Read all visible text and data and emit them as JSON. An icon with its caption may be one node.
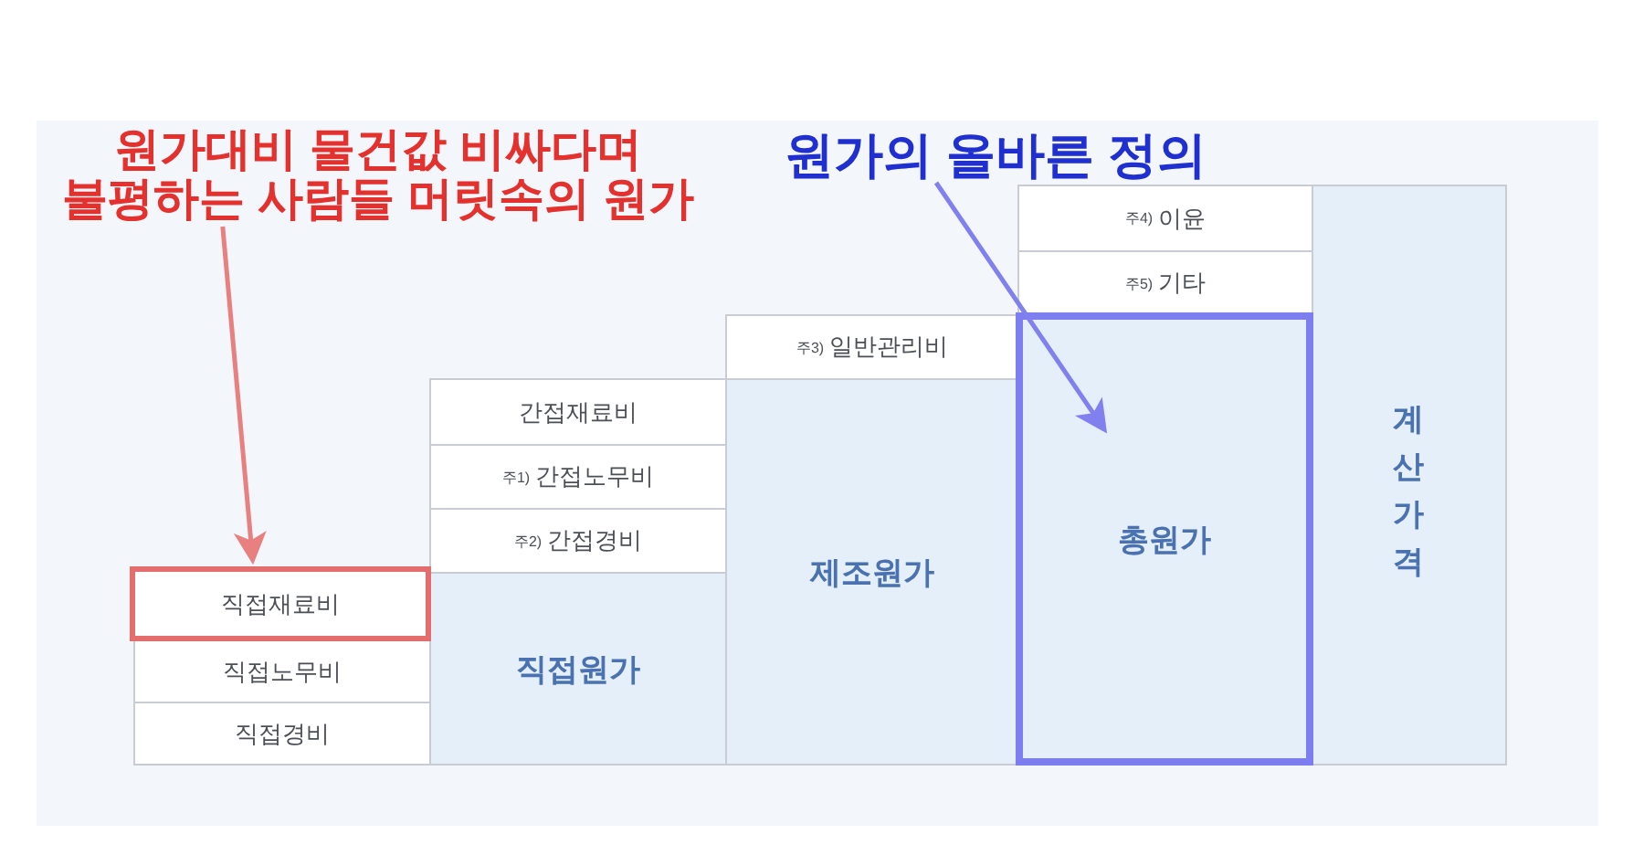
{
  "diagram": {
    "nodes": [
      {
        "text": [
          "원가대비 물건값 비싸다며 불평하는 사람들 머릿속의 원가"
        ]
      },
      {
        "text": [
          "원가의 올바른 정의"
        ]
      },
      {
        "text": [
          "직접재료비"
        ]
      },
      {
        "text": [
          "직접노무비"
        ]
      },
      {
        "text": [
          "직접경비"
        ]
      },
      {
        "text": [
          "간접재료비"
        ]
      },
      {
        "text": [
          "$^{주1)}$ 간접노무비"
        ]
      },
      {
        "text": [
          "$^{주2)}$ 간접경비"
        ]
      },
      {
        "text": [
          "직접원가"
        ]
      },
      {
        "text": [
          "$^{주3)}$ 일반관리비"
        ]
      },
      {
        "text": [
          "제조원가"
        ]
      },
      {
        "text": [
          "$^{주4)}$ 이윤"
        ]
      },
      {
        "text": [
          "$^{주5)}$ 기타"
        ]
      },
      {
        "text": [
          "총원가"
        ]
      },
      {
        "text": [
          "계산가격"
        ]
      }
    ],
    "edges": [
      {
        "from": 0,
        "to": 2,
        "arrow": "to",
        "color": "#e88080"
      },
      {
        "from": 1,
        "to": 13,
        "arrow": "to",
        "color": "#8080ee"
      }
    ]
  }
}
